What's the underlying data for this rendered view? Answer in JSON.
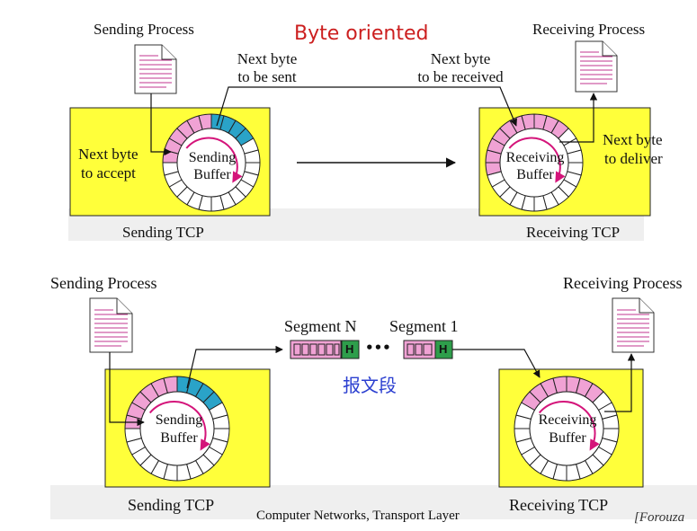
{
  "top": {
    "title": "Byte oriented",
    "sending_process": "Sending Process",
    "receiving_process": "Receiving Process",
    "next_byte_sent_line1": "Next byte",
    "next_byte_sent_line2": "to be sent",
    "next_byte_received_line1": "Next byte",
    "next_byte_received_line2": "to be received",
    "next_byte_accept_line1": "Next byte",
    "next_byte_accept_line2": "to accept",
    "next_byte_deliver_line1": "Next byte",
    "next_byte_deliver_line2": "to deliver",
    "sending_buffer_line1": "Sending",
    "sending_buffer_line2": "Buffer",
    "receiving_buffer_line1": "Receiving",
    "receiving_buffer_line2": "Buffer",
    "sending_tcp": "Sending TCP",
    "receiving_tcp": "Receiving TCP"
  },
  "bottom": {
    "sending_process": "Sending Process",
    "receiving_process": "Receiving Process",
    "segment_n": "Segment N",
    "segment_1": "Segment 1",
    "header_letter": "H",
    "ellipsis": "•••",
    "chinese_label": "报文段",
    "sending_buffer_line1": "Sending",
    "sending_buffer_line2": "Buffer",
    "receiving_buffer_line1": "Receiving",
    "receiving_buffer_line2": "Buffer",
    "sending_tcp": "Sending TCP",
    "receiving_tcp": "Receiving TCP"
  },
  "footer": {
    "course": "Computer Networks, Transport Layer",
    "credit": "[Forouza"
  },
  "colors": {
    "tcp_box": "#ffff3a",
    "buffer_pink": "#f0a2d4",
    "buffer_blue": "#2aa3c8",
    "arrow_magenta": "#d4147a",
    "header_green": "#2e9e4b",
    "title_red": "#cc1f1f",
    "chinese_blue": "#2b3fd0"
  }
}
